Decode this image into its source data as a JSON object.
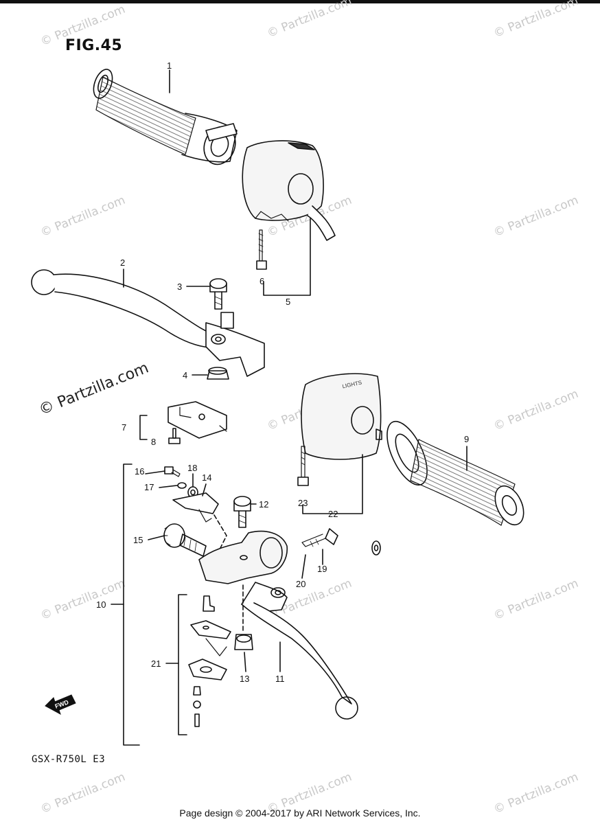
{
  "figure": {
    "title": "FIG.45",
    "model": "GSX-R750L  E3"
  },
  "watermark": {
    "text": "© Partzilla.com",
    "emphasized_text": "© Partzilla.com"
  },
  "footer": {
    "text": "Page design © 2004-2017 by ARI Network Services, Inc."
  },
  "callouts": {
    "p1": "1",
    "p2": "2",
    "p3": "3",
    "p4": "4",
    "p5": "5",
    "p6": "6",
    "p7": "7",
    "p8": "8",
    "p9": "9",
    "p10": "10",
    "p11": "11",
    "p12": "12",
    "p13": "13",
    "p14": "14",
    "p15": "15",
    "p16": "16",
    "p17": "17",
    "p18": "18",
    "p19": "19",
    "p20": "20",
    "p21": "21",
    "p22": "22",
    "p23": "23"
  },
  "switch_text": {
    "lights": "LIGHTS"
  },
  "fwd_arrow": {
    "label": "FWD"
  }
}
